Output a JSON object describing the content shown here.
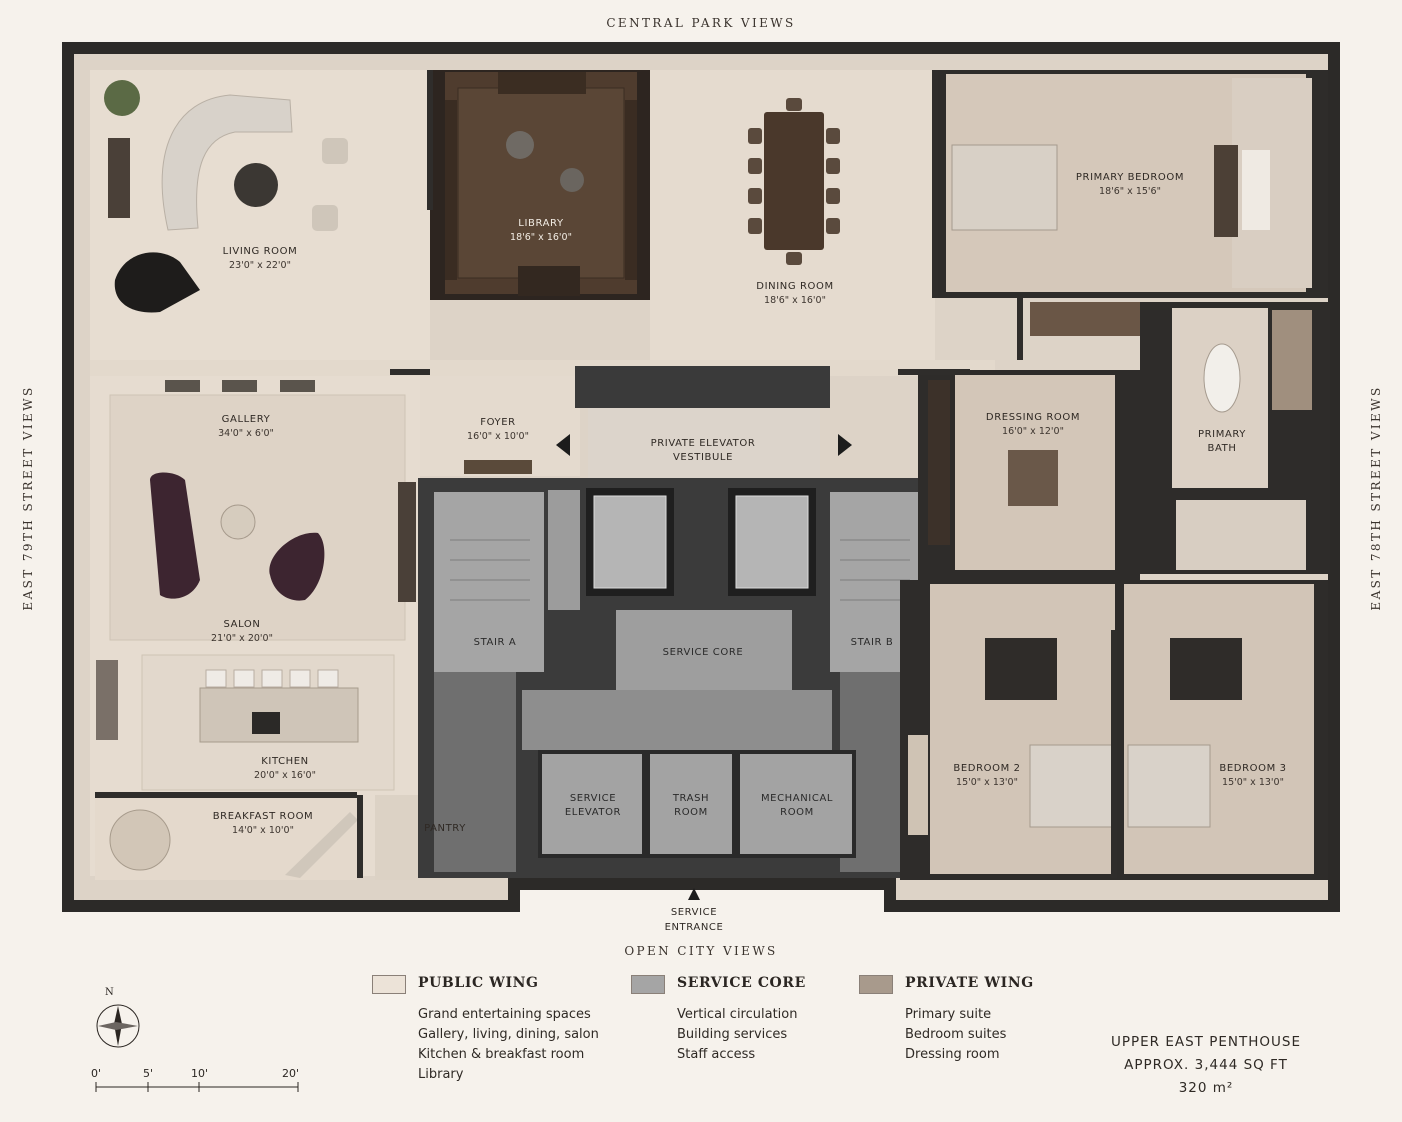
{
  "orientation": {
    "north": "CENTRAL PARK VIEWS",
    "south": "OPEN CITY VIEWS",
    "west": "EAST 79TH STREET VIEWS",
    "east": "EAST 78TH STREET VIEWS"
  },
  "rooms": {
    "living": {
      "name": "LIVING ROOM",
      "dim": "23'0\" x 22'0\""
    },
    "library": {
      "name": "LIBRARY",
      "dim": "18'6\" x 16'0\""
    },
    "dining": {
      "name": "DINING ROOM",
      "dim": "18'6\" x 16'0\""
    },
    "primary_bedroom": {
      "name": "PRIMARY BEDROOM",
      "dim": "18'6\" x 15'6\""
    },
    "gallery": {
      "name": "GALLERY",
      "dim": "34'0\" x 6'0\""
    },
    "foyer": {
      "name": "FOYER",
      "dim": "16'0\" x 10'0\""
    },
    "elevator_vestibule": {
      "line1": "PRIVATE ELEVATOR",
      "line2": "VESTIBULE"
    },
    "dressing": {
      "name": "DRESSING ROOM",
      "dim": "16'0\" x 12'0\""
    },
    "primary_bath": {
      "line1": "PRIMARY",
      "line2": "BATH"
    },
    "salon": {
      "name": "SALON",
      "dim": "21'0\" x 20'0\""
    },
    "stair_a": {
      "name": "STAIR A"
    },
    "stair_b": {
      "name": "STAIR B"
    },
    "service_core": {
      "name": "SERVICE CORE"
    },
    "kitchen": {
      "name": "KITCHEN",
      "dim": "20'0\" x 16'0\""
    },
    "breakfast": {
      "name": "BREAKFAST ROOM",
      "dim": "14'0\" x 10'0\""
    },
    "pantry": {
      "name": "PANTRY"
    },
    "service_elevator": {
      "line1": "SERVICE",
      "line2": "ELEVATOR"
    },
    "trash": {
      "line1": "TRASH",
      "line2": "ROOM"
    },
    "mechanical": {
      "line1": "MECHANICAL",
      "line2": "ROOM"
    },
    "bedroom2": {
      "name": "BEDROOM 2",
      "dim": "15'0\" x 13'0\""
    },
    "bedroom3": {
      "name": "BEDROOM 3",
      "dim": "15'0\" x 13'0\""
    },
    "service_entrance": {
      "line1": "SERVICE",
      "line2": "ENTRANCE"
    }
  },
  "legend": [
    {
      "title": "PUBLIC WING",
      "color": "#ece3d8",
      "items": [
        "Grand entertaining spaces",
        "Gallery, living, dining, salon",
        "Kitchen & breakfast room",
        "Library"
      ]
    },
    {
      "title": "SERVICE CORE",
      "color": "#a5a5a5",
      "items": [
        "Vertical circulation",
        "Building services",
        "Staff access"
      ]
    },
    {
      "title": "PRIVATE WING",
      "color": "#a89a8c",
      "items": [
        "Primary suite",
        "Bedroom suites",
        "Dressing room"
      ]
    }
  ],
  "summary": {
    "line1": "UPPER EAST PENTHOUSE",
    "line2": "APPROX. 3,444 SQ FT",
    "line3": "320 m²"
  },
  "compass": {
    "north_label": "N"
  },
  "scale": {
    "labels": [
      "0'",
      "5'",
      "10'",
      "20'"
    ]
  },
  "colors": {
    "public_floor": "#e6dbcf",
    "service_floor": "#a3a3a3",
    "private_floor": "#d4c6b8",
    "library_floor": "#4e3b2d",
    "wall": "#2f2d2b"
  }
}
